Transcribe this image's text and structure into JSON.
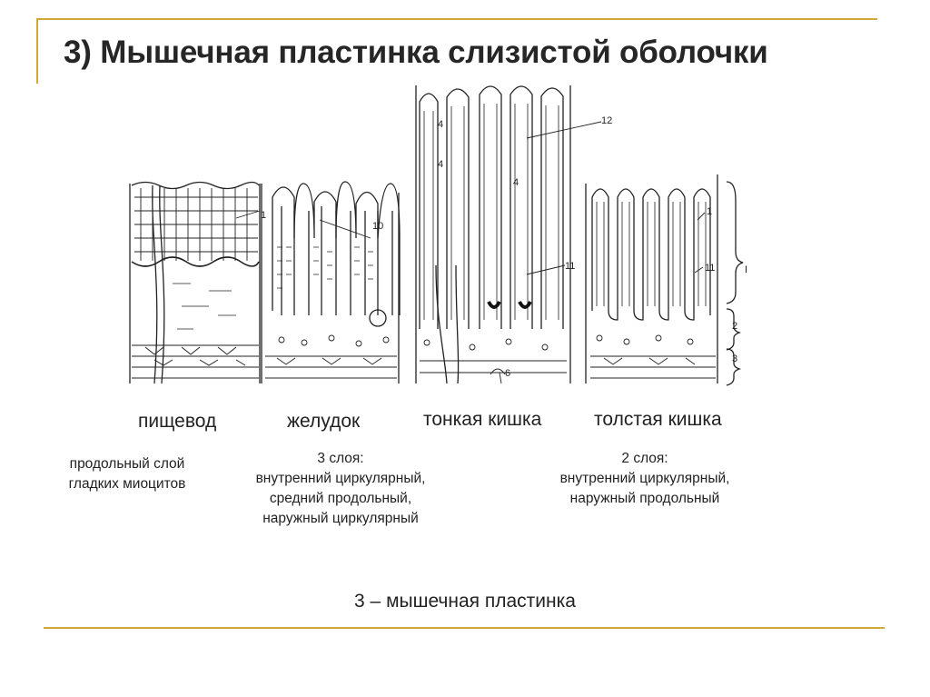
{
  "slide": {
    "title": "3) Мышечная пластинка слизистой оболочки",
    "accent_color": "#d4a838"
  },
  "figure": {
    "panel_labels": [
      "пищевод",
      "желудок",
      "тонкая кишка",
      "толстая кишка"
    ],
    "callout_numbers": [
      "1",
      "10",
      "4",
      "4",
      "12",
      "4",
      "11",
      "6",
      "1",
      "11",
      "I",
      "2",
      "3"
    ]
  },
  "descriptions": {
    "esophagus": [
      "продольный слой",
      "гладких миоцитов"
    ],
    "stomach": [
      "3 слоя:",
      "внутренний циркулярный,",
      "средний продольный,",
      "наружный циркулярный"
    ],
    "large_intestine": [
      "2 слоя:",
      "внутренний циркулярный,",
      "наружный продольный"
    ]
  },
  "caption": "3 – мышечная пластинка"
}
